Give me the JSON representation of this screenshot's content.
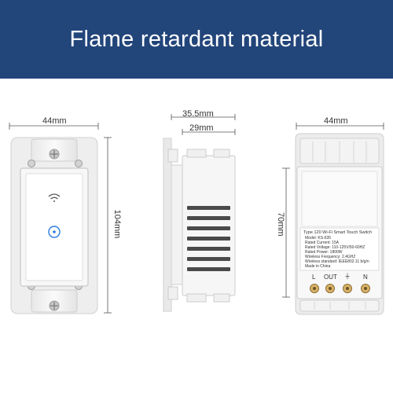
{
  "banner": {
    "title": "Flame retardant material",
    "color": "#22457a"
  },
  "front_view": {
    "width_label": "44mm",
    "height_label": "104mm",
    "wifi_icon": "wifi-icon",
    "touch_icon": "touch-button-icon",
    "accent": "#2a7de1"
  },
  "side_view": {
    "depth_label": "35.5mm",
    "body_depth_label": "29mm"
  },
  "back_view": {
    "width_label": "44mm",
    "height_label": "70mm",
    "spec_label": {
      "title": "Type 120 Wi-Fi Smart Touch Switch",
      "lines": [
        "Model: KS-635",
        "Rated Current: 15A",
        "Rated Voltage: 110-125V/50-60HZ",
        "Rated Power: 1800W",
        "Wireless Frequency: 2.4GHZ",
        "Wireless standard: IEEE802.11 b/g/n",
        "Made in China"
      ]
    },
    "terminals": [
      "L",
      "OUT",
      "⏚",
      "N"
    ]
  }
}
